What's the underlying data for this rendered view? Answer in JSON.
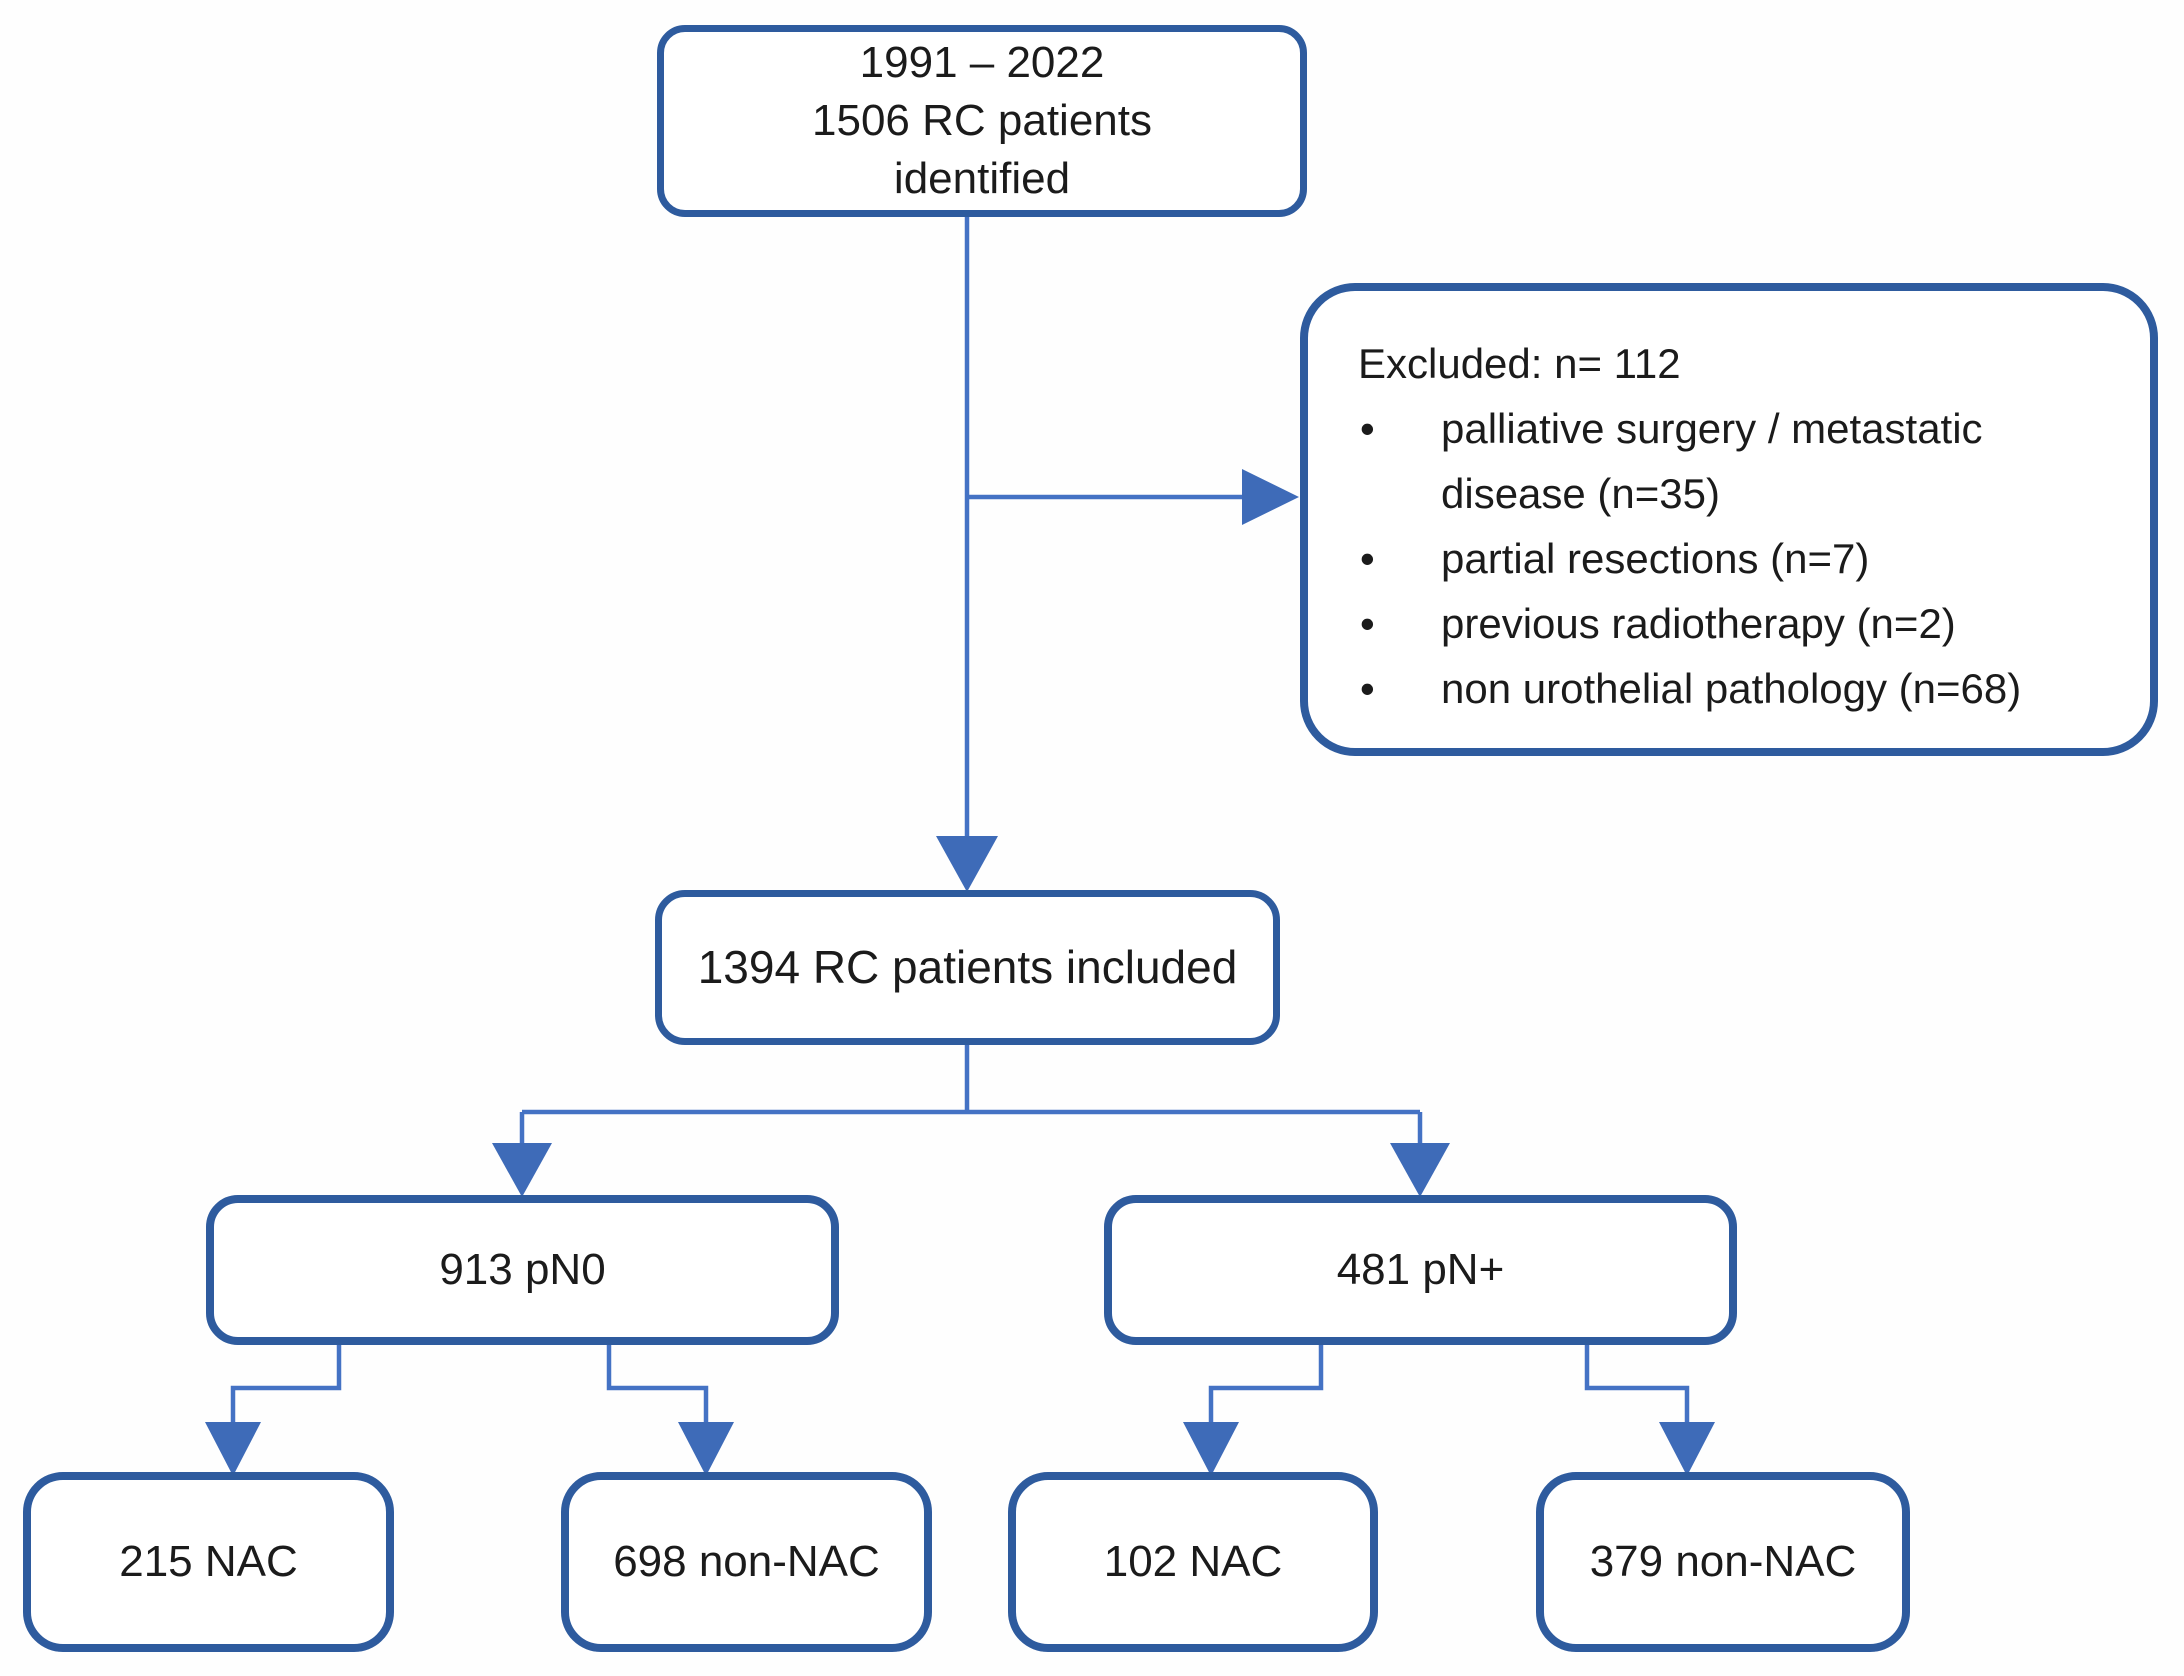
{
  "diagram": {
    "colors": {
      "box_border": "#2E5B9E",
      "connector": "#4472C4",
      "arrowhead": "#3E6BB8",
      "text": "#1B1B1B",
      "background": "#FEFEFE",
      "box_fill": "#FFFFFF"
    },
    "nodes": {
      "identified": {
        "lines": [
          "1991 – 2022",
          "1506 RC patients",
          "identified"
        ]
      },
      "excluded": {
        "title": "Excluded: n= 112",
        "items": [
          "palliative surgery / metastatic disease  (n=35)",
          "partial resections (n=7)",
          "previous radiotherapy (n=2)",
          "non urothelial pathology (n=68)"
        ]
      },
      "included": {
        "label": "1394 RC patients included"
      },
      "pn0": {
        "label": "913 pN0"
      },
      "pnplus": {
        "label": "481 pN+"
      },
      "pn0_nac": {
        "label": "215 NAC"
      },
      "pn0_nonnac": {
        "label": "698 non-NAC"
      },
      "pnplus_nac": {
        "label": "102 NAC"
      },
      "pnplus_nonnac": {
        "label": "379 non-NAC"
      }
    }
  }
}
